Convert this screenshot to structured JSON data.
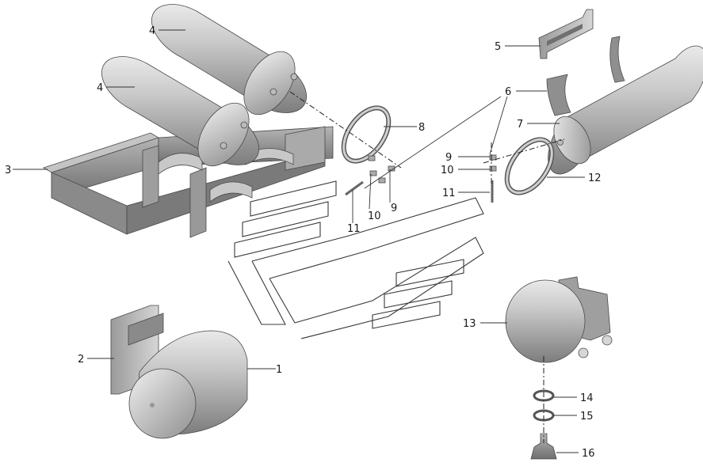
{
  "callouts": [
    {
      "label": "1"
    },
    {
      "label": "2"
    },
    {
      "label": "3"
    },
    {
      "label": "4"
    },
    {
      "label": "4"
    },
    {
      "label": "5"
    },
    {
      "label": "6"
    },
    {
      "label": "7"
    },
    {
      "label": "8"
    },
    {
      "label": "9"
    },
    {
      "label": "10"
    },
    {
      "label": "11"
    },
    {
      "label": "9"
    },
    {
      "label": "10"
    },
    {
      "label": "11"
    },
    {
      "label": "12"
    },
    {
      "label": "13"
    },
    {
      "label": "14"
    },
    {
      "label": "15"
    },
    {
      "label": "16"
    }
  ]
}
